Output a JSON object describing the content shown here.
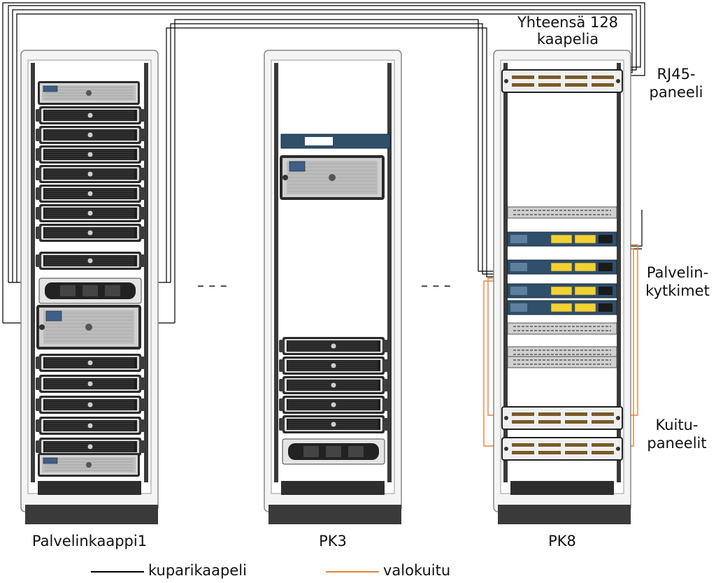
{
  "racks": [
    {
      "id": "rack1",
      "label": "Palvelinkaappi1"
    },
    {
      "id": "rack2",
      "label": "PK3"
    },
    {
      "id": "rack3",
      "label": "PK8"
    }
  ],
  "ellipsis": "– – –",
  "annotations": {
    "total_cables_line1": "Yhteensä 128",
    "total_cables_line2": "kaapelia",
    "rj45_line1": "RJ45-",
    "rj45_line2": "paneeli",
    "switches_line1": "Palvelin-",
    "switches_line2": "kytkimet",
    "fiber_line1": "Kuitu-",
    "fiber_line2": "paneelit"
  },
  "legend": {
    "copper_label": "kuparikaapeli",
    "copper_color": "#000000",
    "fiber_label": "valokuitu",
    "fiber_color": "#e8833a"
  },
  "colors": {
    "switch_blue": "#2f4f6b",
    "port_yellow": "#f2d232",
    "rack_frame": "#cfcfcf",
    "rack_base": "#3a3a3a"
  }
}
